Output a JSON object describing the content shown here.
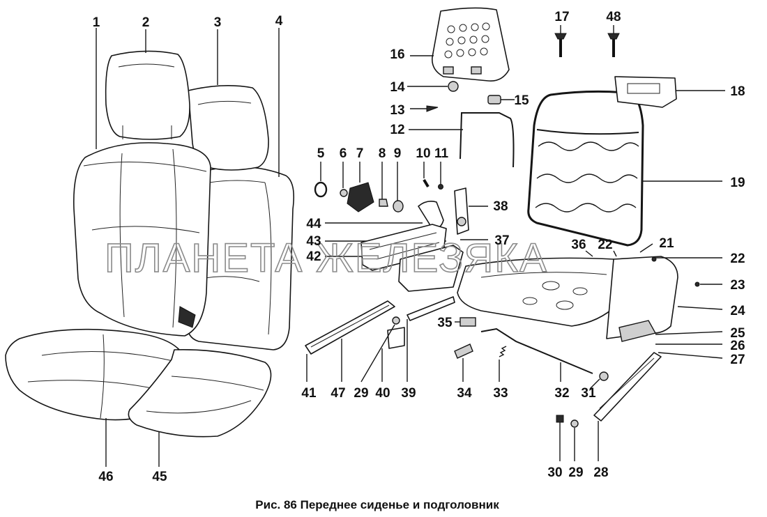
{
  "caption": "Рис. 86 Переднее сиденье и подголовник",
  "watermark": "ПЛАНЕТА ЖЕЛЕЗЯКА",
  "callouts": [
    {
      "id": "c1",
      "text": "1"
    },
    {
      "id": "c2",
      "text": "2"
    },
    {
      "id": "c3",
      "text": "3"
    },
    {
      "id": "c4",
      "text": "4"
    },
    {
      "id": "c5",
      "text": "5"
    },
    {
      "id": "c6",
      "text": "6"
    },
    {
      "id": "c7",
      "text": "7"
    },
    {
      "id": "c8",
      "text": "8"
    },
    {
      "id": "c9",
      "text": "9"
    },
    {
      "id": "c10",
      "text": "10"
    },
    {
      "id": "c11",
      "text": "11"
    },
    {
      "id": "c12",
      "text": "12"
    },
    {
      "id": "c13",
      "text": "13"
    },
    {
      "id": "c14",
      "text": "14"
    },
    {
      "id": "c15",
      "text": "15"
    },
    {
      "id": "c16",
      "text": "16"
    },
    {
      "id": "c17",
      "text": "17"
    },
    {
      "id": "c48",
      "text": "48"
    },
    {
      "id": "c18",
      "text": "18"
    },
    {
      "id": "c19",
      "text": "19"
    },
    {
      "id": "c21",
      "text": "21"
    },
    {
      "id": "c22a",
      "text": "22"
    },
    {
      "id": "c36",
      "text": "36"
    },
    {
      "id": "c22b",
      "text": "22"
    },
    {
      "id": "c23",
      "text": "23"
    },
    {
      "id": "c24",
      "text": "24"
    },
    {
      "id": "c25",
      "text": "25"
    },
    {
      "id": "c26",
      "text": "26"
    },
    {
      "id": "c27",
      "text": "27"
    },
    {
      "id": "c28",
      "text": "28"
    },
    {
      "id": "c29b",
      "text": "29"
    },
    {
      "id": "c30",
      "text": "30"
    },
    {
      "id": "c31",
      "text": "31"
    },
    {
      "id": "c32",
      "text": "32"
    },
    {
      "id": "c33",
      "text": "33"
    },
    {
      "id": "c34",
      "text": "34"
    },
    {
      "id": "c35",
      "text": "35"
    },
    {
      "id": "c39",
      "text": "39"
    },
    {
      "id": "c40",
      "text": "40"
    },
    {
      "id": "c29a",
      "text": "29"
    },
    {
      "id": "c47",
      "text": "47"
    },
    {
      "id": "c41",
      "text": "41"
    },
    {
      "id": "c44",
      "text": "44"
    },
    {
      "id": "c43",
      "text": "43"
    },
    {
      "id": "c42",
      "text": "42"
    },
    {
      "id": "c38",
      "text": "38"
    },
    {
      "id": "c37",
      "text": "37"
    },
    {
      "id": "c46",
      "text": "46"
    },
    {
      "id": "c45",
      "text": "45"
    }
  ]
}
